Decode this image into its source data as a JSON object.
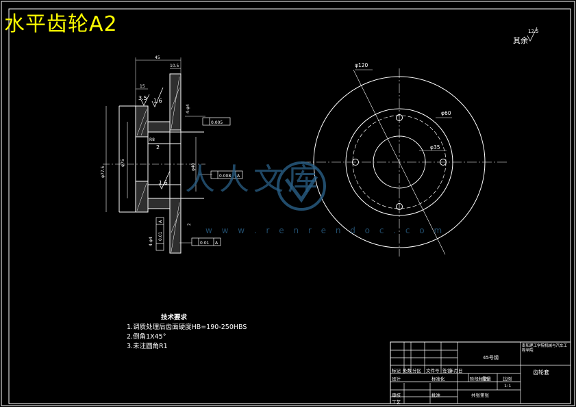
{
  "title": "水平齿轮A2",
  "watermark": {
    "logo": "人人文库",
    "url": "w w w . r e n r e n d o c . c o m"
  },
  "roughness_note": {
    "label": "其余",
    "value": "12.5"
  },
  "section_view": {
    "dims": {
      "width_total": "45",
      "hub_width": "10.5",
      "small_w": "15",
      "sym_35": "3.5",
      "ra1": "1.6",
      "ra2": "1.6",
      "cham1": "4-φ4",
      "cham2": "4-φ4",
      "r2a": "2",
      "r2b": "2",
      "r8": "R8",
      "od": "φ77.5",
      "bore": "φ40",
      "d75": "φ75",
      "runout": "0.005",
      "tol1": "0.008",
      "tol1_ref": "A",
      "tol2": "0.01",
      "tol2_ref": "A",
      "tol3": "0.01",
      "tol3_ref": "A"
    }
  },
  "front_view": {
    "d120": "φ120",
    "d60": "φ60",
    "d35": "φ35"
  },
  "tech_requirements": {
    "heading": "技术要求",
    "items": [
      "1.调质处理后齿面硬度HB=190-250HBS",
      "2.倒角1X45°",
      "3.未注圆角R1"
    ]
  },
  "title_block": {
    "material": "45号钢",
    "school": "南阳理工学院机械与汽车工程学院",
    "part_name": "齿轮套",
    "mark": "标记",
    "count": "处数",
    "zone": "分区",
    "doc_no": "文件号",
    "sign": "签名",
    "date": "年月日",
    "design": "设计",
    "std": "标准化",
    "stage": "阶段标记",
    "weight": "重量",
    "scale": "比例",
    "scale_val": "1:1",
    "review": "审核",
    "process": "工艺",
    "approve": "批准",
    "sheet": "共张第张"
  }
}
